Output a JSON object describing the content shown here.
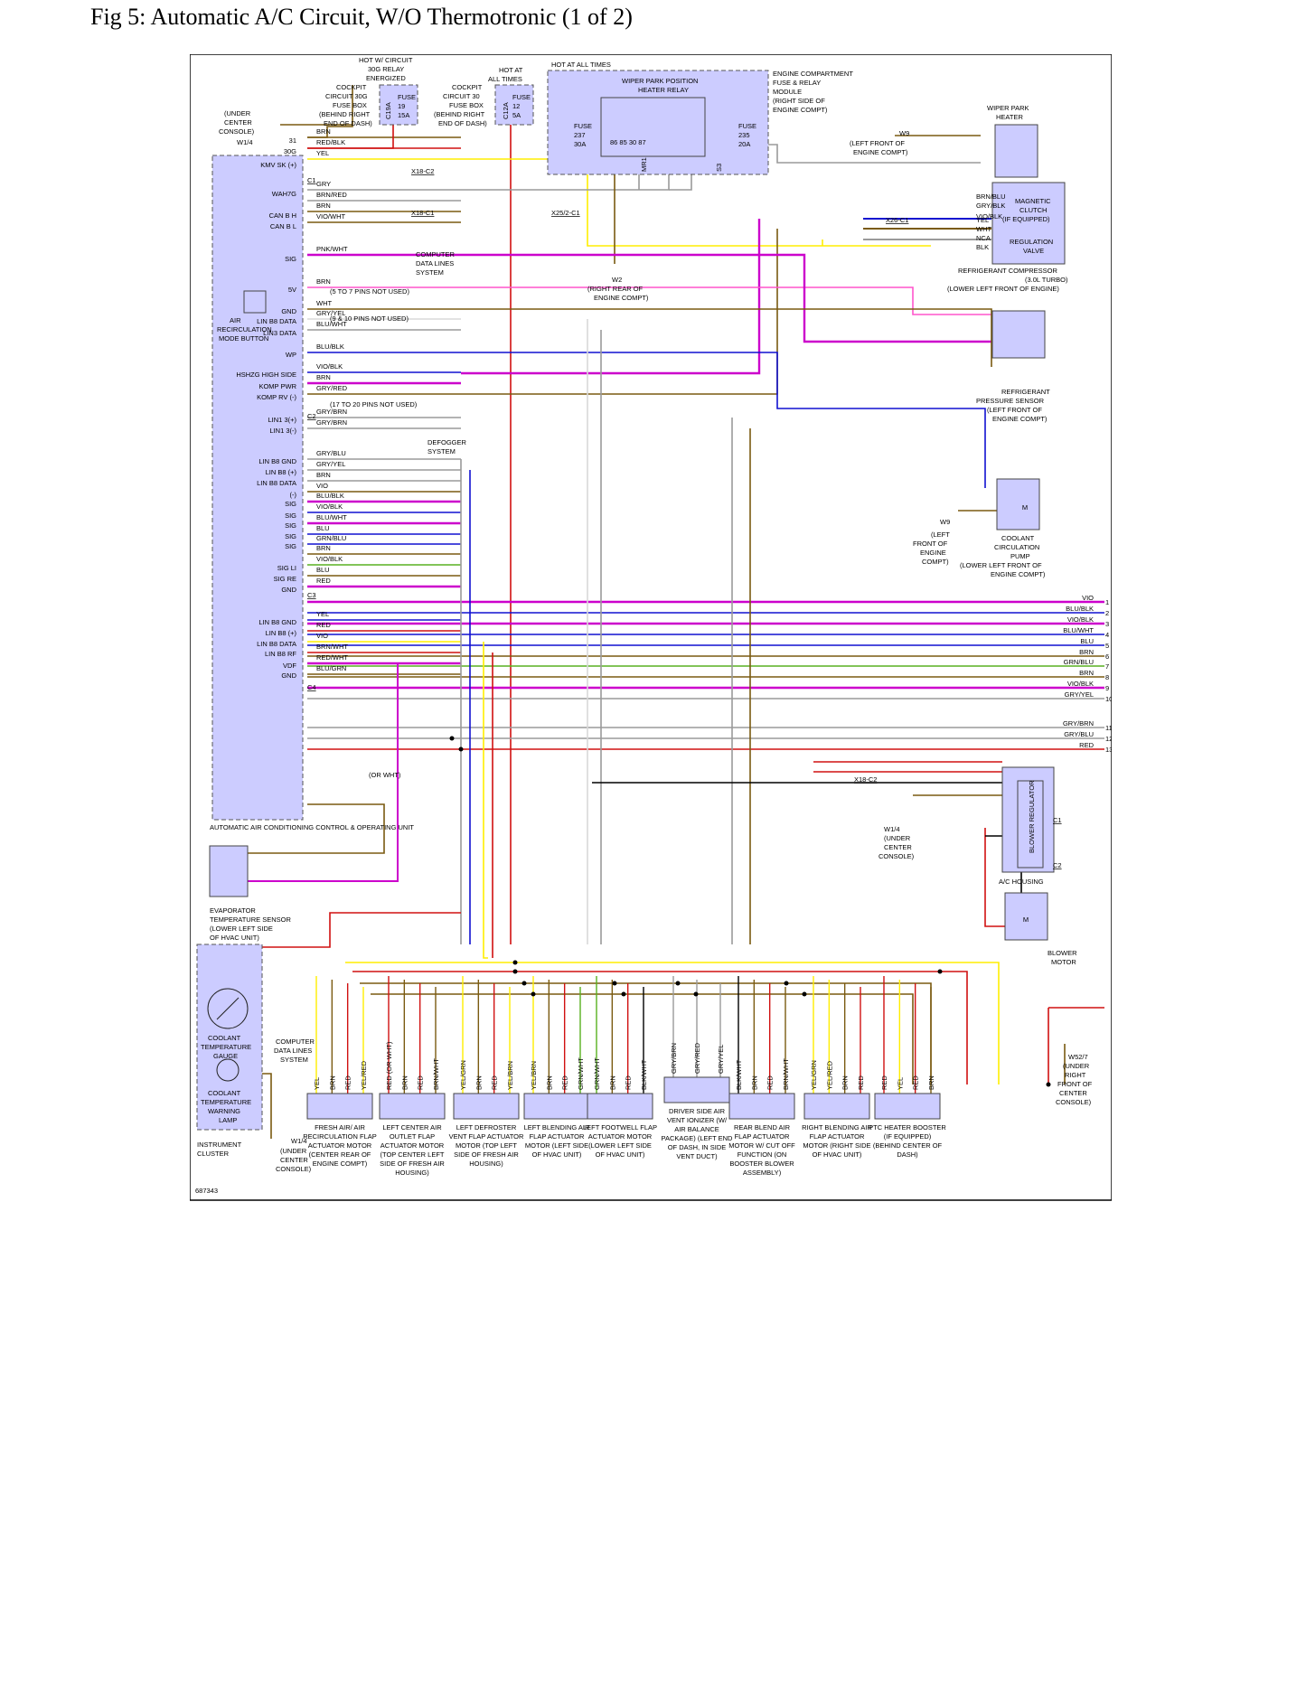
{
  "title": "Fig 5: Automatic A/C Circuit, W/O Thermotronic (1 of 2)",
  "figure_id": "687343",
  "colors": {
    "BRN": "#7a5a10",
    "RED": "#d01010",
    "YEL": "#ffee00",
    "GRY": "#9a9a9a",
    "VIO": "#cc00cc",
    "BLU": "#1010d0",
    "PNK": "#ff55cc",
    "WHT": "#d8d8d8",
    "GRN": "#58b020",
    "BLK": "#000000",
    "ORN": "#f08020",
    "module": "#ccccff"
  },
  "top": {
    "relay30g": "HOT W/ CIRCUIT 30G RELAY ENERGIZED",
    "hot_all1": "HOT AT ALL TIMES",
    "hot_all2": "HOT AT ALL TIMES",
    "fb30g": "COCKPIT CIRCUIT 30G FUSE BOX (BEHIND RIGHT END OF DASH)",
    "fb30": "COCKPIT CIRCUIT 30 FUSE BOX (BEHIND RIGHT END OF DASH)",
    "fuse19": "FUSE 19 15A",
    "fuse12": "FUSE 12 5A",
    "wiper_relay": "WIPER PARK POSITION HEATER RELAY",
    "fuse237": "FUSE 237 30A",
    "fuse235": "FUSE 235 20A",
    "ecfrm": "ENGINE COMPARTMENT FUSE & RELAY MODULE (RIGHT SIDE OF ENGINE COMPT)",
    "under_console": "(UNDER CENTER CONSOLE)",
    "w14": "W1/4",
    "w2": "W2",
    "w2_loc": "(RIGHT REAR OF ENGINE COMPT)",
    "w9": "W9",
    "w9_loc": "(LEFT FRONT OF ENGINE COMPT)",
    "c19a": "C19A",
    "c12a": "C12A",
    "mr1": "MR1",
    "s3": "S3"
  },
  "right": {
    "wiper_heater": "WIPER PARK HEATER",
    "mag_clutch": "MAGNETIC CLUTCH (IF EQUIPPED)",
    "reg_valve": "REGULATION VALVE",
    "compressor": "REFRIGERANT COMPRESSOR (3.0L TURBO) (LOWER LEFT FRONT OF ENGINE)",
    "press_sensor": "REFRIGERANT PRESSURE SENSOR (LEFT FRONT OF ENGINE COMPT)",
    "pump": "COOLANT CIRCULATION PUMP (LOWER LEFT FRONT OF ENGINE COMPT)",
    "w9_pump": "W9",
    "w9_pump_loc": "(LEFT FRONT OF ENGINE COMPT)",
    "blower_reg": "BLOWER REGULATOR",
    "ac_housing": "A/C HOUSING",
    "blower_motor": "BLOWER MOTOR",
    "w52": "W52/7",
    "w52_loc": "(UNDER RIGHT FRONT OF CENTER CONSOLE)",
    "w14b": "W1/4",
    "w14b_loc": "(UNDER CENTER CONSOLE)"
  },
  "left": {
    "ac_unit": "AUTOMATIC AIR CONDITIONING CONTROL & OPERATING UNIT",
    "recirc_button": "AIR RECIRCULATION MODE BUTTON",
    "evap_sensor": "EVAPORATOR TEMPERATURE SENSOR (LOWER LEFT SIDE OF HVAC UNIT)",
    "cluster": "INSTRUMENT CLUSTER",
    "cool_gauge": "COOLANT TEMPERATURE GAUGE",
    "cool_lamp": "COOLANT TEMPERATURE WARNING LAMP",
    "cdl": "COMPUTER DATA LINES SYSTEM",
    "cdl2": "COMPUTER DATA LINES SYSTEM",
    "defogger": "DEFOGGER SYSTEM",
    "w14c": "W1/4",
    "w14c_loc": "(UNDER CENTER CONSOLE)",
    "pins_5_7": "(5 TO 7 PINS NOT USED)",
    "pins_9_10": "(9 & 10 PINS NOT USED)",
    "pins_17_20": "(17 TO 20 PINS NOT USED)",
    "or_wht": "(OR WHT)"
  },
  "signals": [
    "31",
    "30G",
    "KMV SK (+)",
    "WAH7G",
    "CAN B H",
    "CAN B L",
    "SIG",
    "5V",
    "GND",
    "LIN B8 DATA",
    "LIN3 DATA",
    "WP",
    "HSHZG HIGH SIDE",
    "KOMP PWR",
    "KOMP RV (-)",
    "LIN1 3(+)",
    "LIN1 3(-)",
    "LIN B8 GND",
    "LIN B8 (+)",
    "LIN B8 DATA",
    "(-)",
    "SIG",
    "SIG",
    "SIG",
    "SIG",
    "SIG",
    "SIG LI",
    "SIG RE",
    "GND",
    "LIN B8 GND",
    "LIN B8 (+)",
    "LIN B8 DATA",
    "LIN B8 RF",
    "VDF",
    "GND"
  ],
  "connectors": [
    "C1",
    "C2",
    "C3",
    "C4",
    "X18-C2",
    "X18-C1",
    "X25/2-C1",
    "X26-C1",
    "X18-C2",
    "C1",
    "C2"
  ],
  "wire_labels": [
    "BRN",
    "RED/BLK",
    "YEL",
    "GRY",
    "BRN/RED",
    "BRN",
    "VIO/WHT",
    "PNK/WHT",
    "BRN",
    "WHT",
    "GRY/YEL",
    "BLU/WHT",
    "BLU/BLK",
    "VIO/BLK",
    "BRN",
    "GRY/RED",
    "GRY/BRN",
    "GRY/BRN",
    "GRY/BLU",
    "GRY/YEL",
    "BRN",
    "VIO",
    "BLU/BLK",
    "VIO/BLK",
    "BLU/WHT",
    "BLU",
    "GRN/BLU",
    "BRN",
    "VIO/BLK",
    "BLU",
    "RED",
    "YEL",
    "RED",
    "VIO",
    "BRN/WHT",
    "RED/WHT",
    "BLU/GRN",
    "BRN/BLU",
    "GRY/BLK",
    "VIO/BLK",
    "YEL",
    "WHT",
    "NCA",
    "BLK"
  ],
  "bus_right": [
    "VIO",
    "BLU/BLK",
    "VIO/BLK",
    "BLU/WHT",
    "BLU",
    "BRN",
    "GRN/BLU",
    "BRN",
    "VIO/BLK",
    "GRY/YEL",
    "GRY/BRN",
    "GRY/BLU",
    "RED"
  ],
  "actuators": [
    {
      "name": "FRESH AIR/ AIR RECIRCULATION FLAP ACTUATOR MOTOR (CENTER REAR OF ENGINE COMPT)",
      "wires": [
        "YEL",
        "BRN",
        "RED",
        "YEL/RED"
      ]
    },
    {
      "name": "LEFT CENTER AIR OUTLET FLAP ACTUATOR MOTOR (TOP CENTER LEFT SIDE OF FRESH AIR HOUSING)",
      "wires": [
        "RED (OR WHT)",
        "BRN",
        "RED",
        "BRN/WHT"
      ]
    },
    {
      "name": "LEFT DEFROSTER VENT FLAP ACTUATOR MOTOR (TOP LEFT SIDE OF FRESH AIR HOUSING)",
      "wires": [
        "YEL/GRN",
        "BRN",
        "RED",
        "YEL/BRN"
      ]
    },
    {
      "name": "LEFT BLENDING AIR FLAP ACTUATOR MOTOR (LEFT SIDE OF HVAC UNIT)",
      "wires": [
        "YEL/BRN",
        "BRN",
        "RED",
        "GRN/WHT"
      ]
    },
    {
      "name": "LEFT FOOTWELL FLAP ACTUATOR MOTOR (LOWER LEFT SIDE OF HVAC UNIT)",
      "wires": [
        "GRN/WHT",
        "BRN",
        "RED",
        "BLK/WHT"
      ]
    },
    {
      "name": "DRIVER SIDE AIR VENT IONIZER (W/ AIR BALANCE PACKAGE) (LEFT END OF DASH, IN SIDE VENT DUCT)",
      "wires": [
        "GRY/BRN",
        "GRY/RED",
        "GRY/YEL"
      ]
    },
    {
      "name": "REAR BLEND AIR FLAP ACTUATOR MOTOR W/ CUT OFF FUNCTION (ON BOOSTER BLOWER ASSEMBLY)",
      "wires": [
        "BLK/WHT",
        "BRN",
        "RED",
        "BRN/WHT"
      ]
    },
    {
      "name": "RIGHT BLENDING AIR FLAP ACTUATOR MOTOR (RIGHT SIDE OF HVAC UNIT)",
      "wires": [
        "YEL/GRN",
        "YEL/RED",
        "BRN",
        "RED"
      ]
    },
    {
      "name": "PTC HEATER BOOSTER (IF EQUIPPED) (BEHIND CENTER OF DASH)",
      "wires": [
        "RED",
        "YEL",
        "RED",
        "BRN"
      ]
    }
  ]
}
